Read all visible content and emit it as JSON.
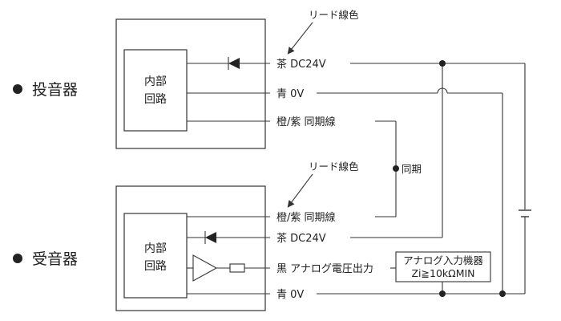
{
  "emitter": {
    "title": "投音器",
    "circuit": [
      "内部",
      "回路"
    ],
    "annotation": "リード線色",
    "wires": {
      "brown": "茶 DC24V",
      "blue": "青 0V",
      "sync": "橙/紫 同期線"
    }
  },
  "sync_junction": "同期",
  "receiver": {
    "title": "受音器",
    "circuit": [
      "内部",
      "回路"
    ],
    "annotation": "リード線色",
    "wires": {
      "sync": "橙/紫 同期線",
      "brown": "茶 DC24V",
      "black": "黒 アナログ電圧出力",
      "blue": "青 0V"
    }
  },
  "analog_device": {
    "line1": "アナログ入力機器",
    "line2": "Zi≧10kΩMIN"
  }
}
